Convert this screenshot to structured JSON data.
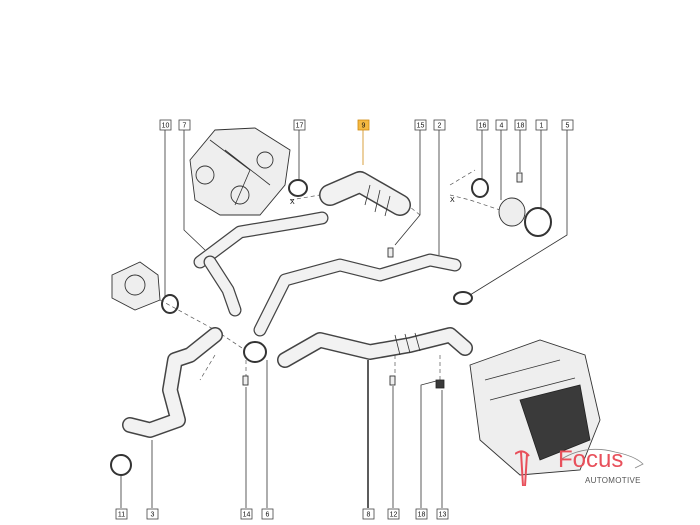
{
  "diagram": {
    "top_labels": [
      "10",
      "7",
      "17",
      "9",
      "15",
      "2",
      "16",
      "4",
      "18",
      "1",
      "5"
    ],
    "bottom_labels": [
      "11",
      "3",
      "14",
      "6",
      "8",
      "12",
      "18",
      "13"
    ],
    "highlighted_label": "9",
    "highlight_color": "#f4b942",
    "cross_marks": [
      "X",
      "X"
    ]
  },
  "logo": {
    "brand": "Focus",
    "subtitle": "AUTOMOTIVE",
    "color": "#e8505b"
  }
}
